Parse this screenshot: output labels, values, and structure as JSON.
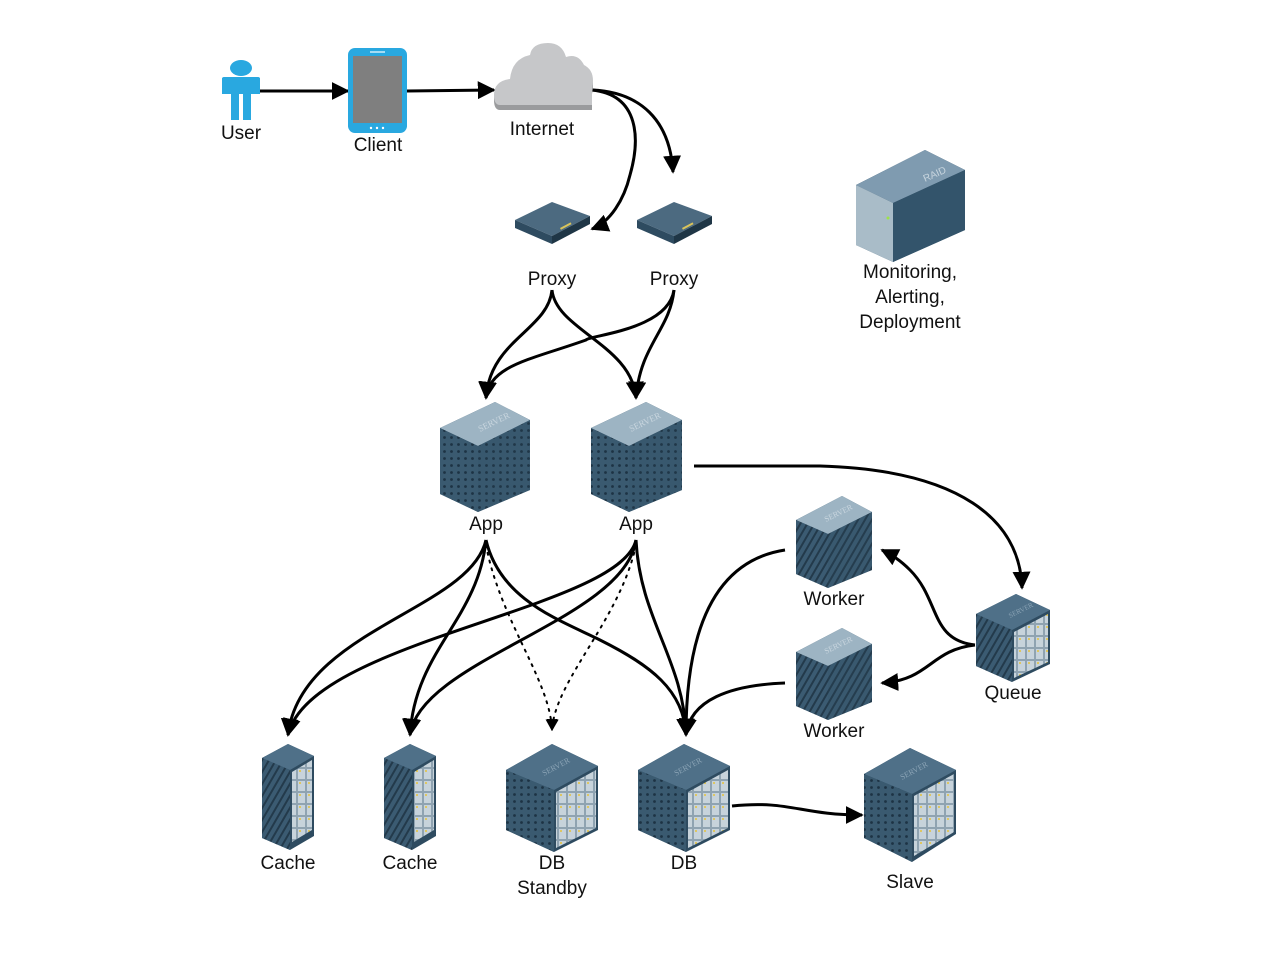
{
  "title": "Web Application Architecture Diagram",
  "colors": {
    "user_icon": "#29a8e0",
    "device_frame": "#29a8e0",
    "device_screen": "#7f7f7f",
    "cloud": "#c6c7c9",
    "cloud_shadow": "#9a9b9d",
    "server_dark": "#2e4b60",
    "server_mid": "#4f7088",
    "server_light": "#9db4c3",
    "edge": "#000000"
  },
  "nodes": {
    "user": {
      "label": "User",
      "icon": "person-icon"
    },
    "client": {
      "label": "Client",
      "icon": "tablet-icon"
    },
    "internet": {
      "label": "Internet",
      "icon": "cloud-icon"
    },
    "proxy1": {
      "label": "Proxy",
      "icon": "router-icon"
    },
    "proxy2": {
      "label": "Proxy",
      "icon": "router-icon"
    },
    "monitoring": {
      "label_lines": [
        "Monitoring,",
        "Alerting,",
        "Deployment"
      ],
      "icon": "raid-storage-icon",
      "icon_text": "RAID"
    },
    "app1": {
      "label": "App",
      "icon": "server-icon",
      "icon_text": "SERVER"
    },
    "app2": {
      "label": "App",
      "icon": "server-icon",
      "icon_text": "SERVER"
    },
    "worker1": {
      "label": "Worker",
      "icon": "server-icon",
      "icon_text": "SERVER"
    },
    "worker2": {
      "label": "Worker",
      "icon": "server-icon",
      "icon_text": "SERVER"
    },
    "queue": {
      "label": "Queue",
      "icon": "rack-server-icon",
      "icon_text": "SERVER"
    },
    "cache1": {
      "label": "Cache",
      "icon": "tower-rack-icon"
    },
    "cache2": {
      "label": "Cache",
      "icon": "tower-rack-icon"
    },
    "db_standby": {
      "label_lines": [
        "DB",
        "Standby"
      ],
      "icon": "rack-server-icon",
      "icon_text": "SERVER"
    },
    "db": {
      "label": "DB",
      "icon": "rack-server-icon",
      "icon_text": "SERVER"
    },
    "slave": {
      "label": "Slave",
      "icon": "rack-server-icon",
      "icon_text": "SERVER"
    }
  },
  "edges": [
    {
      "from": "user",
      "to": "client",
      "style": "solid"
    },
    {
      "from": "client",
      "to": "internet",
      "style": "solid"
    },
    {
      "from": "internet",
      "to": "proxy1",
      "style": "solid"
    },
    {
      "from": "internet",
      "to": "proxy2",
      "style": "solid"
    },
    {
      "from": "proxy1",
      "to": "app1",
      "style": "solid"
    },
    {
      "from": "proxy1",
      "to": "app2",
      "style": "solid"
    },
    {
      "from": "proxy2",
      "to": "app1",
      "style": "solid"
    },
    {
      "from": "proxy2",
      "to": "app2",
      "style": "solid"
    },
    {
      "from": "app2",
      "to": "queue",
      "style": "solid"
    },
    {
      "from": "queue",
      "to": "worker1",
      "style": "solid"
    },
    {
      "from": "queue",
      "to": "worker2",
      "style": "solid"
    },
    {
      "from": "worker1",
      "to": "db",
      "style": "solid"
    },
    {
      "from": "worker2",
      "to": "db",
      "style": "solid"
    },
    {
      "from": "app1",
      "to": "cache1",
      "style": "solid"
    },
    {
      "from": "app1",
      "to": "cache2",
      "style": "solid"
    },
    {
      "from": "app1",
      "to": "db_standby",
      "style": "dotted"
    },
    {
      "from": "app1",
      "to": "db",
      "style": "solid"
    },
    {
      "from": "app2",
      "to": "cache1",
      "style": "solid"
    },
    {
      "from": "app2",
      "to": "cache2",
      "style": "solid"
    },
    {
      "from": "app2",
      "to": "db_standby",
      "style": "dotted"
    },
    {
      "from": "app2",
      "to": "db",
      "style": "solid"
    },
    {
      "from": "db",
      "to": "slave",
      "style": "solid"
    }
  ]
}
